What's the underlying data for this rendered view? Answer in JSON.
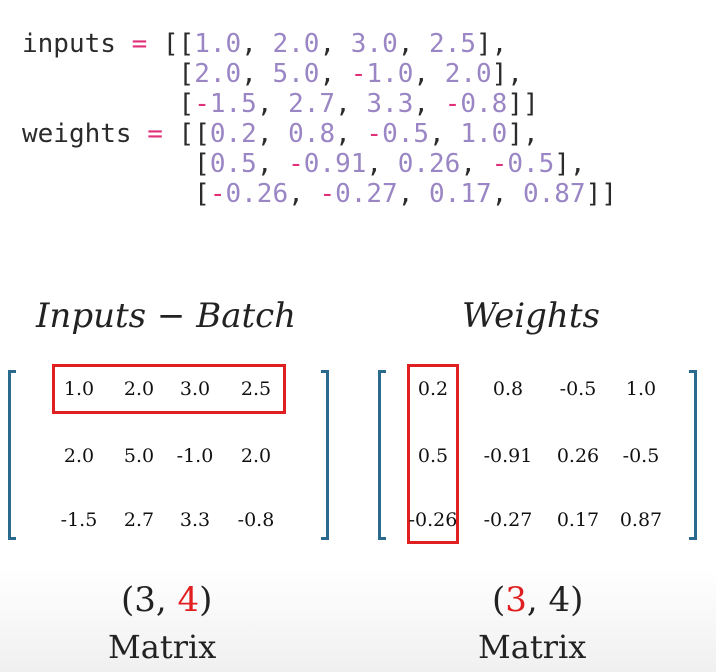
{
  "code": {
    "inputs_name": "inputs",
    "weights_name": "weights",
    "assign": "=",
    "inputs": [
      [
        "1.0",
        "2.0",
        "3.0",
        "2.5"
      ],
      [
        "2.0",
        "5.0",
        "-1.0",
        "2.0"
      ],
      [
        "-1.5",
        "2.7",
        "3.3",
        "-0.8"
      ]
    ],
    "weights": [
      [
        "0.2",
        "0.8",
        "-0.5",
        "1.0"
      ],
      [
        "0.5",
        "-0.91",
        "0.26",
        "-0.5"
      ],
      [
        "-0.26",
        "-0.27",
        "0.17",
        "0.87"
      ]
    ]
  },
  "inputs_panel": {
    "title": "Inputs − Batch",
    "matrix": [
      [
        "1.0",
        "2.0",
        "3.0",
        "2.5"
      ],
      [
        "2.0",
        "5.0",
        "-1.0",
        "2.0"
      ],
      [
        "-1.5",
        "2.7",
        "3.3",
        "-0.8"
      ]
    ],
    "highlight": "first row",
    "shape_open": "(3, ",
    "shape_highlight": "4",
    "shape_close": ")",
    "label": "Matrix"
  },
  "weights_panel": {
    "title": "Weights",
    "matrix": [
      [
        "0.2",
        "0.8",
        "-0.5",
        "1.0"
      ],
      [
        "0.5",
        "-0.91",
        "0.26",
        "-0.5"
      ],
      [
        "-0.26",
        "-0.27",
        "0.17",
        "0.87"
      ]
    ],
    "highlight": "first column",
    "shape_open": "(",
    "shape_highlight": "3",
    "shape_close": ", 4)",
    "label": "Matrix"
  },
  "colors": {
    "highlight": "#e02020",
    "bracket": "#2a6a8c",
    "code_number": "#9a86c4",
    "code_operator": "#e0307a"
  }
}
